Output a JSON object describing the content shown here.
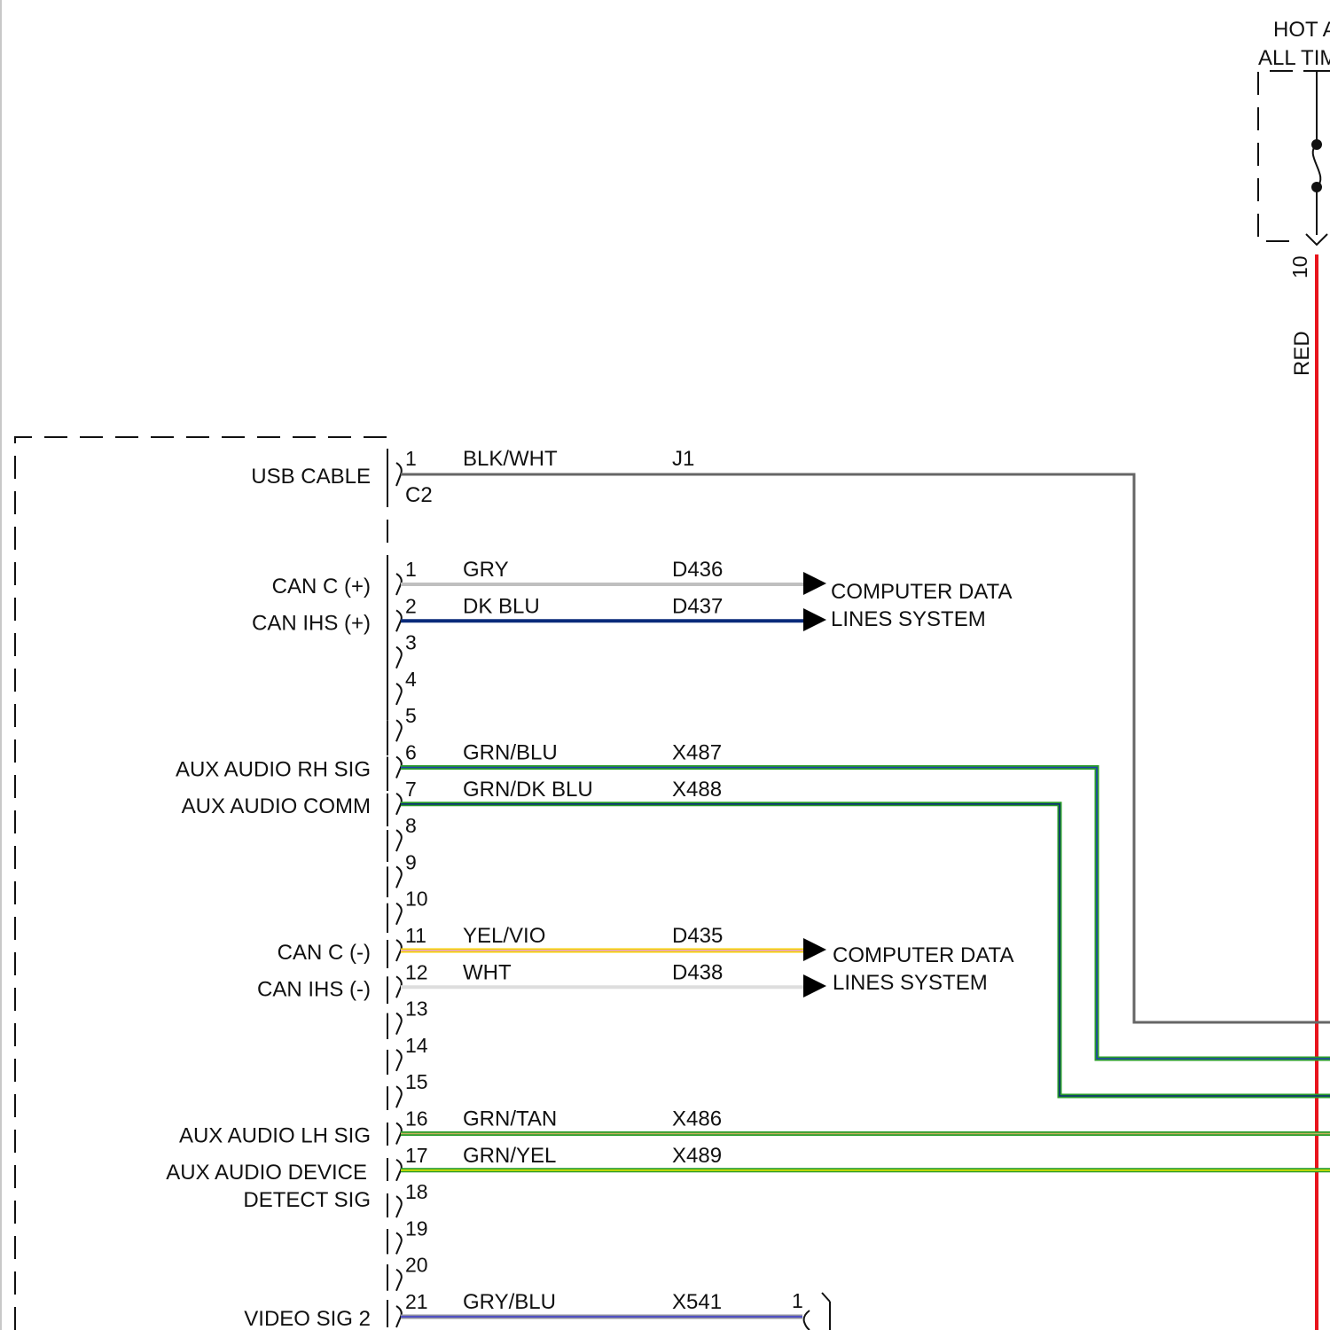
{
  "power": {
    "hot_line1": "HOT A",
    "hot_line2": "ALL TIM",
    "pin": "10",
    "wire_color": "RED",
    "wire_hex": "#e8141c"
  },
  "connector_c2": {
    "label": "C2",
    "pin": "1",
    "name": "USB CABLE",
    "color": "BLK/WHT",
    "circuit": "J1",
    "hex": "#666666"
  },
  "pins": [
    {
      "num": "1",
      "name": "CAN C (+)",
      "color": "GRY",
      "circuit": "D436",
      "hex": "#bfbfbf"
    },
    {
      "num": "2",
      "name": "CAN IHS (+)",
      "color": "DK BLU",
      "circuit": "D437",
      "hex": "#0a2a7a"
    },
    {
      "num": "3"
    },
    {
      "num": "4"
    },
    {
      "num": "5"
    },
    {
      "num": "6",
      "name": "AUX AUDIO RH SIG",
      "color": "GRN/BLU",
      "circuit": "X487",
      "hex": "#2a9d2a",
      "hex2": "#1f3fae"
    },
    {
      "num": "7",
      "name": "AUX AUDIO COMM",
      "color": "GRN/DK BLU",
      "circuit": "X488",
      "hex": "#2a9d2a",
      "hex2": "#0a2a7a"
    },
    {
      "num": "8"
    },
    {
      "num": "9"
    },
    {
      "num": "10"
    },
    {
      "num": "11",
      "name": "CAN C (-)",
      "color": "YEL/VIO",
      "circuit": "D435",
      "hex": "#f5d000",
      "hex2": "#e9a0e0"
    },
    {
      "num": "12",
      "name": "CAN IHS (-)",
      "color": "WHT",
      "circuit": "D438",
      "hex": "#dddddd"
    },
    {
      "num": "13"
    },
    {
      "num": "14"
    },
    {
      "num": "15"
    },
    {
      "num": "16",
      "name": "AUX AUDIO LH SIG",
      "color": "GRN/TAN",
      "circuit": "X486",
      "hex": "#2a9d2a",
      "hex2": "#c8b060"
    },
    {
      "num": "17",
      "name_line1": "AUX AUDIO DEVICE",
      "name_line2": "DETECT SIG",
      "color": "GRN/YEL",
      "circuit": "X489",
      "hex": "#2a9d2a",
      "hex2": "#e6e600"
    },
    {
      "num": "18"
    },
    {
      "num": "19"
    },
    {
      "num": "20"
    },
    {
      "num": "21",
      "name": "VIDEO SIG 2",
      "color": "GRY/BLU",
      "circuit": "X541",
      "hex": "#9090a0",
      "hex2": "#3a3ad0",
      "dest_pin": "1"
    }
  ],
  "destinations": {
    "upper": {
      "line1": "COMPUTER DATA",
      "line2": "LINES SYSTEM"
    },
    "lower": {
      "line1": "COMPUTER DATA",
      "line2": "LINES SYSTEM"
    }
  }
}
